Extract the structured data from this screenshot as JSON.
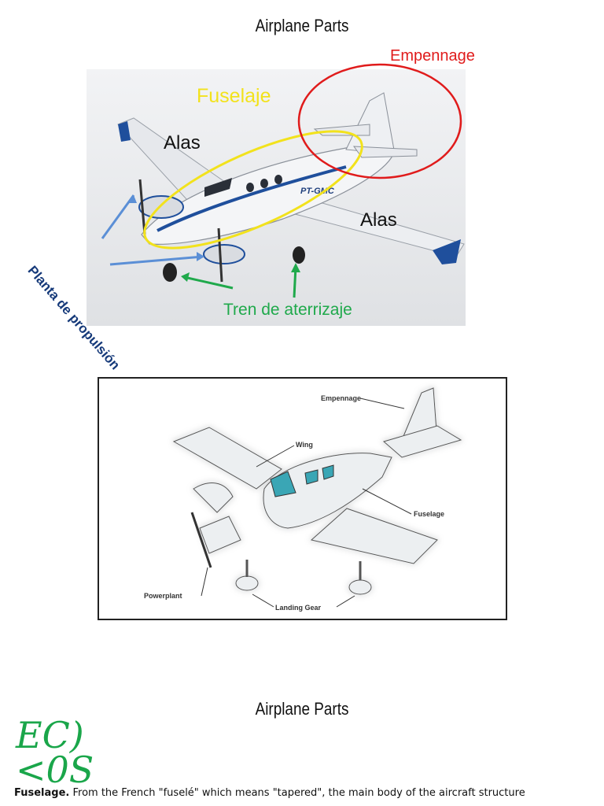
{
  "titles": {
    "top": "Airplane Parts",
    "bottom": "Airplane Parts"
  },
  "figure1": {
    "labels": {
      "empennage": "Empennage",
      "fuselaje": "Fuselaje",
      "alas_left": "Alas",
      "alas_right": "Alas",
      "tren": "Tren de aterrizaje",
      "planta": "Planta de propulsión"
    },
    "registration": "PT-GMC",
    "colors": {
      "empennage": "#e01b1b",
      "fuselaje": "#f2e21c",
      "tren": "#1fa94b",
      "planta": "#163a7a",
      "arrow_blue": "#5b8fd6"
    }
  },
  "figure2": {
    "labels": {
      "empennage": "Empennage",
      "wing": "Wing",
      "fuselage": "Fuselage",
      "powerplant": "Powerplant",
      "landing_gear": "Landing Gear"
    }
  },
  "scribble": {
    "line1": "EC)",
    "line2": "<0S"
  },
  "paragraph": {
    "term": "Fuselage.",
    "text": " From the French \"fuselé\" which means \"tapered\", the main body of the aircraft structure"
  }
}
